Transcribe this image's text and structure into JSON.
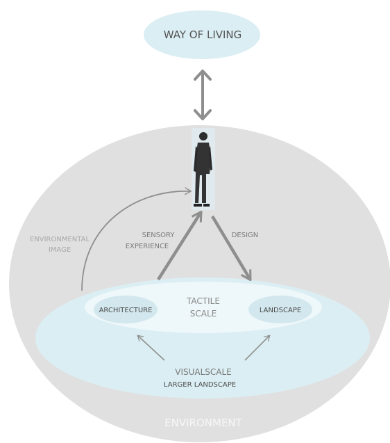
{
  "top_label": "WAY OF LIVING",
  "environment_label": "ENVIRONMENT",
  "environmental_image": [
    "ENVIRONMENTAL",
    "IMAGE"
  ],
  "sensory_experience": [
    "SENSORY",
    "EXPERIENCE"
  ],
  "design_label": "DESIGN",
  "tactile_scale": [
    "TACTILE",
    "SCALE"
  ],
  "architecture_label": "ARCHITECTURE",
  "landscape_label": "LANDSCAPE",
  "visual_scale": "VISUALSCALE",
  "larger_landscape": "LARGER LANDSCAPE",
  "colors": {
    "environment_fill": "#e0e0e0",
    "light_blue": "#dbeef3",
    "inner_ring": "#eef7f9",
    "arrow": "#8e8e8e",
    "text_dark": "#4a4a4a",
    "text_light": "#a8a8a8",
    "text_white": "#f7f7f7"
  },
  "icons": [
    "double-arrow-icon",
    "person-figure-icon"
  ]
}
